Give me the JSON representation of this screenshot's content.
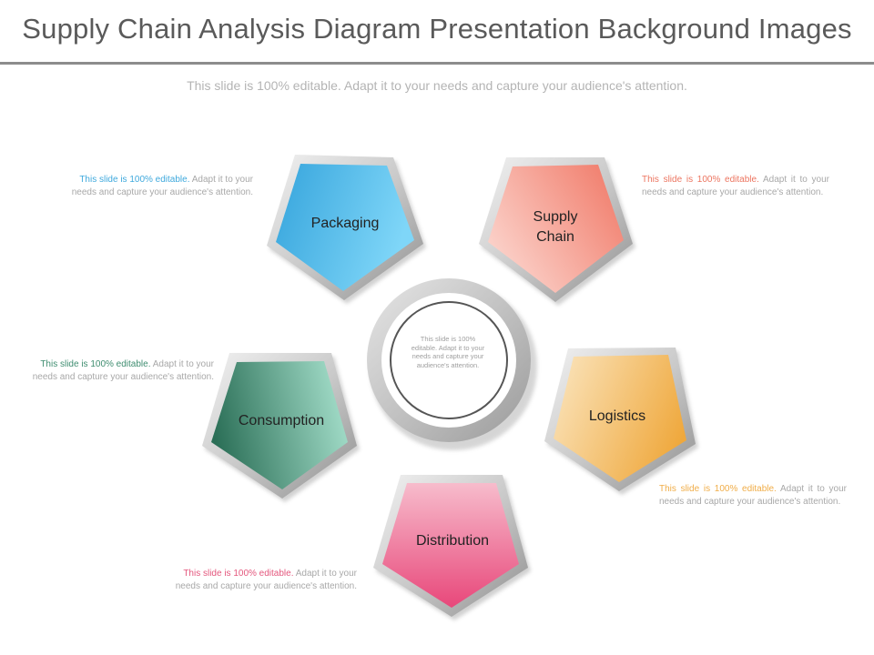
{
  "header": {
    "title": "Supply Chain Analysis Diagram Presentation Background Images",
    "subtitle": "This slide is 100% editable. Adapt it to your needs and capture your audience's attention."
  },
  "center": {
    "text": "This slide is 100% editable. Adapt it to your needs and capture your audience's attention."
  },
  "segments": [
    {
      "label": "Packaging",
      "color": "#3fb3e6",
      "desc_highlight": "This slide is 100% editable.",
      "desc_rest": " Adapt it to your needs and capture your audience's attention."
    },
    {
      "label_line1": "Supply",
      "label_line2": "Chain",
      "color": "#f07a6a",
      "desc_highlight": "This slide is 100% editable.",
      "desc_rest": " Adapt it to your needs and capture your audience's attention."
    },
    {
      "label": "Logistics",
      "color": "#f0b04a",
      "desc_highlight": "This slide is 100% editable.",
      "desc_rest": " Adapt it to your needs and capture your audience's attention."
    },
    {
      "label": "Distribution",
      "color": "#e8507a",
      "desc_highlight": "This slide is 100% editable.",
      "desc_rest": " Adapt it to your needs and capture your audience's attention."
    },
    {
      "label": "Consumption",
      "color": "#2e7d62",
      "desc_highlight": "This slide is 100% editable.",
      "desc_rest": " Adapt it to your needs and capture your audience's attention."
    }
  ]
}
